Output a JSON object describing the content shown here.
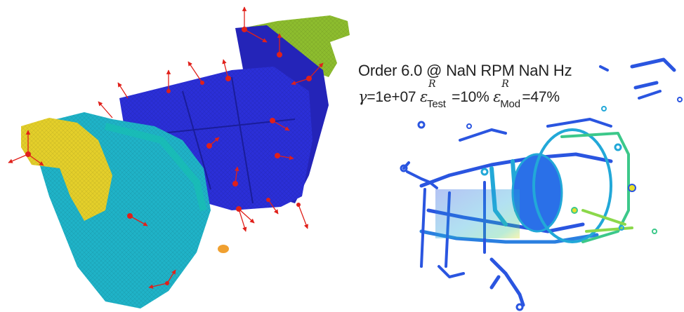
{
  "title": {
    "line1": "Order 6.0 @ NaN RPM NaN Hz",
    "gamma_symbol": "γ",
    "gamma_value": "=1e+07",
    "eps_symbol": "ε",
    "eps_test_sup": "R",
    "eps_test_sub": "Test",
    "eps_test_value": "=10%",
    "eps_mod_sup": "R",
    "eps_mod_sub": "Mod",
    "eps_mod_value": "=47%"
  },
  "colors": {
    "housing_blue": "#2b2fd8",
    "housing_teal": "#1fb3c8",
    "housing_green": "#8dbd2e",
    "housing_yellow": "#e4cf2a",
    "marker_red": "#e0201a",
    "mode_blue": "#2a55e0",
    "mode_cyan": "#22a8d8",
    "mode_green": "#3cc88a",
    "mode_yellow": "#e8e02a"
  },
  "icons": [
    "sensor-marker-icon",
    "direction-arrow-icon"
  ]
}
